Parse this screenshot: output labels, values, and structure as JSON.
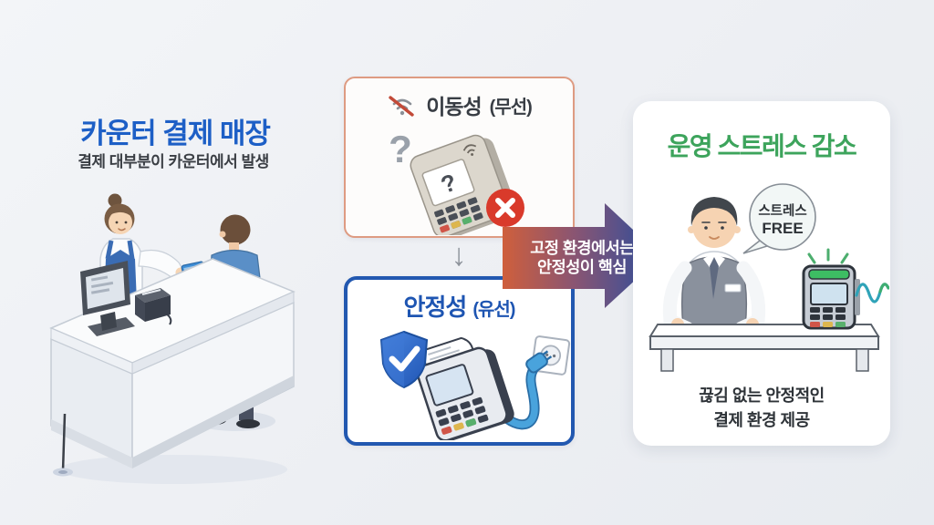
{
  "left_section": {
    "title": "카운터 결제 매장",
    "subtitle": "결제 대부분이 카운터에서 발생"
  },
  "mobility_box": {
    "title": "이동성",
    "suffix": "(무선)"
  },
  "stability_box": {
    "title": "안정성",
    "suffix": "(유선)"
  },
  "flow": {
    "down_arrow": "↓",
    "arrow_line1": "고정 환경에서는",
    "arrow_line2": "안정성이 핵심"
  },
  "result_card": {
    "title": "운영 스트레스 감소",
    "bubble_line1": "스트레스",
    "bubble_line2": "FREE",
    "caption_line1": "끊김 없는 안정적인",
    "caption_line2": "결제 환경 제공"
  },
  "icons": {
    "question_mark": "?"
  },
  "colors": {
    "left_title_blue": "#1d5fc6",
    "stability_blue": "#1e55b2",
    "mobility_border_salmon": "#de9b82",
    "result_green": "#3da45c",
    "error_red": "#d93a2b",
    "success_green": "#3dbd63",
    "arrow_gradient_from": "#cf5f3c",
    "arrow_gradient_to": "#2b4fa0",
    "cable_blue": "#49a3dc"
  }
}
